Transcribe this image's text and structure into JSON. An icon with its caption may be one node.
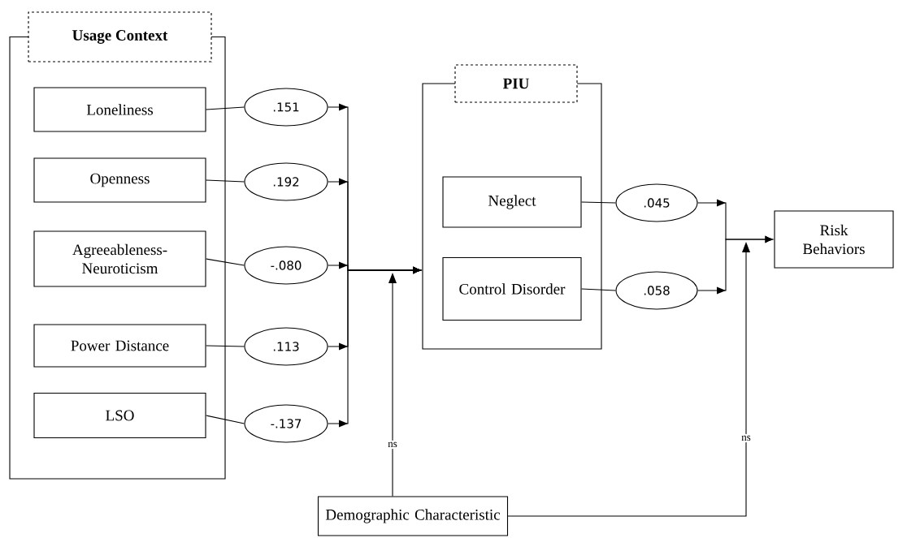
{
  "diagram": {
    "nodes": [
      {
        "text": [
          "Usage Context"
        ]
      },
      {
        "text": [
          "Loneliness"
        ],
        "in": 0
      },
      {
        "text": [
          "Openness"
        ],
        "in": 0
      },
      {
        "text": [
          "Agreeableness-Neuroticism"
        ],
        "in": 0
      },
      {
        "text": [
          "Power Distance"
        ],
        "in": 0
      },
      {
        "text": [
          "LSO"
        ],
        "in": 0
      },
      {
        "text": [
          ".151"
        ]
      },
      {
        "text": [
          ".192"
        ]
      },
      {
        "text": [
          "-.080"
        ]
      },
      {
        "text": [
          ".113"
        ]
      },
      {
        "text": [
          "-.137"
        ]
      },
      {
        "text": [
          "PIU"
        ]
      },
      {
        "text": [
          "Neglect"
        ],
        "in": 11
      },
      {
        "text": [
          "Control Disorder"
        ],
        "in": 11
      },
      {
        "text": [
          ".045"
        ]
      },
      {
        "text": [
          ".058"
        ]
      },
      {
        "text": [
          "Risk Behaviors"
        ]
      },
      {
        "text": [
          "Demographic Characteristic"
        ]
      }
    ],
    "edges": [
      {
        "from": 1,
        "to": 6,
        "arrow": "none"
      },
      {
        "from": 2,
        "to": 7,
        "arrow": "none"
      },
      {
        "from": 3,
        "to": 8,
        "arrow": "none"
      },
      {
        "from": 4,
        "to": 9,
        "arrow": "none"
      },
      {
        "from": 5,
        "to": 10,
        "arrow": "none"
      },
      {
        "from": 6,
        "to": 11,
        "arrow": "to"
      },
      {
        "from": 7,
        "to": 11,
        "arrow": "to"
      },
      {
        "from": 8,
        "to": 11,
        "arrow": "to"
      },
      {
        "from": 9,
        "to": 11,
        "arrow": "to"
      },
      {
        "from": 10,
        "to": 11,
        "arrow": "to"
      },
      {
        "from": 17,
        "to": null,
        "arrow": "to",
        "label": "ns"
      },
      {
        "from": 12,
        "to": 14,
        "arrow": "none"
      },
      {
        "from": 13,
        "to": 15,
        "arrow": "none"
      },
      {
        "from": 14,
        "to": 16,
        "arrow": "to"
      },
      {
        "from": 15,
        "to": 16,
        "arrow": "to"
      },
      {
        "from": 17,
        "to": null,
        "arrow": "to",
        "label": "ns"
      }
    ]
  }
}
